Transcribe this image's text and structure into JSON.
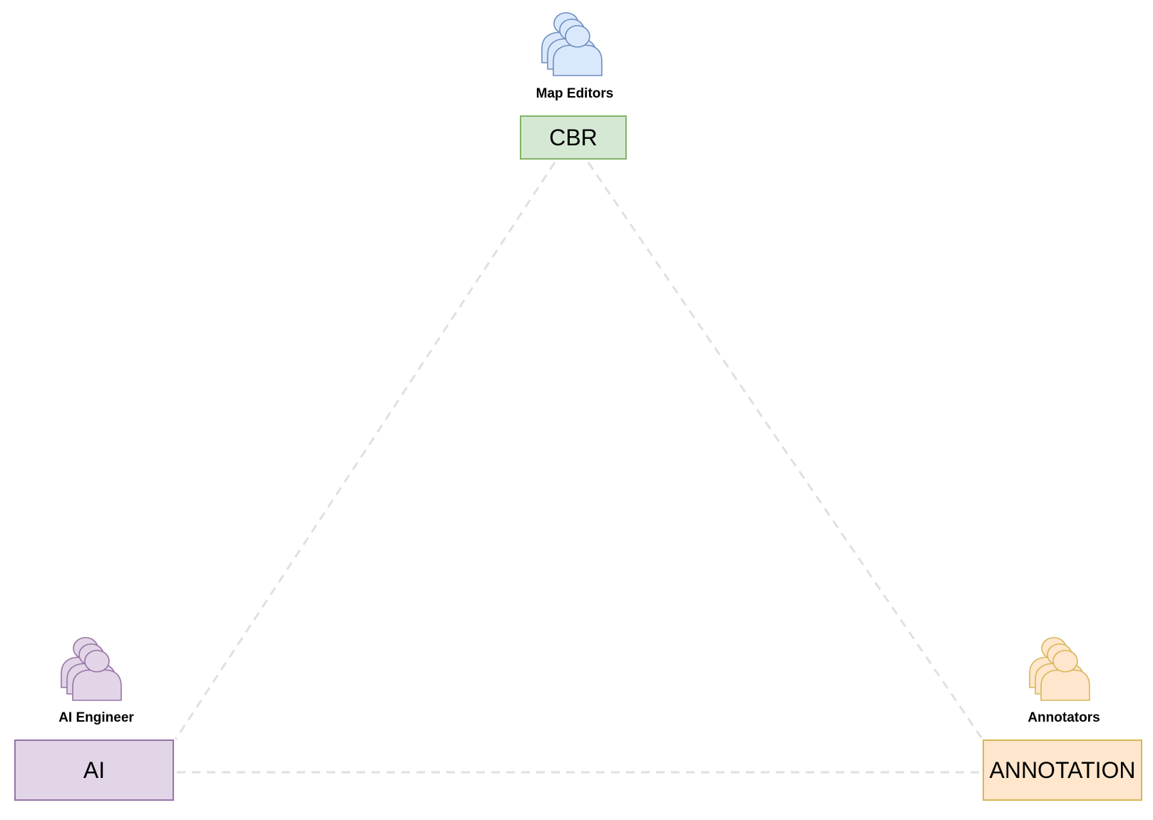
{
  "nodes": {
    "cbr": {
      "label": "CBR",
      "fill": "#d5e8d4",
      "stroke": "#82b366"
    },
    "ai": {
      "label": "AI",
      "fill": "#e1d5e7",
      "stroke": "#9673a6"
    },
    "annotation": {
      "label": "ANNOTATION",
      "fill": "#ffe6cc",
      "stroke": "#d6b656"
    }
  },
  "actors": {
    "map_editors": {
      "label": "Map Editors",
      "fill": "#dae8fc",
      "stroke": "#6c8ebf",
      "icon": "user-group-icon"
    },
    "ai_engineer": {
      "label": "AI Engineer",
      "fill": "#e1d5e7",
      "stroke": "#9673a6",
      "icon": "user-group-icon"
    },
    "annotators": {
      "label": "Annotators",
      "fill": "#ffe6cc",
      "stroke": "#d6b656",
      "icon": "user-group-icon"
    }
  },
  "edges": {
    "color": "#e0e0e0",
    "style": "dashed"
  }
}
